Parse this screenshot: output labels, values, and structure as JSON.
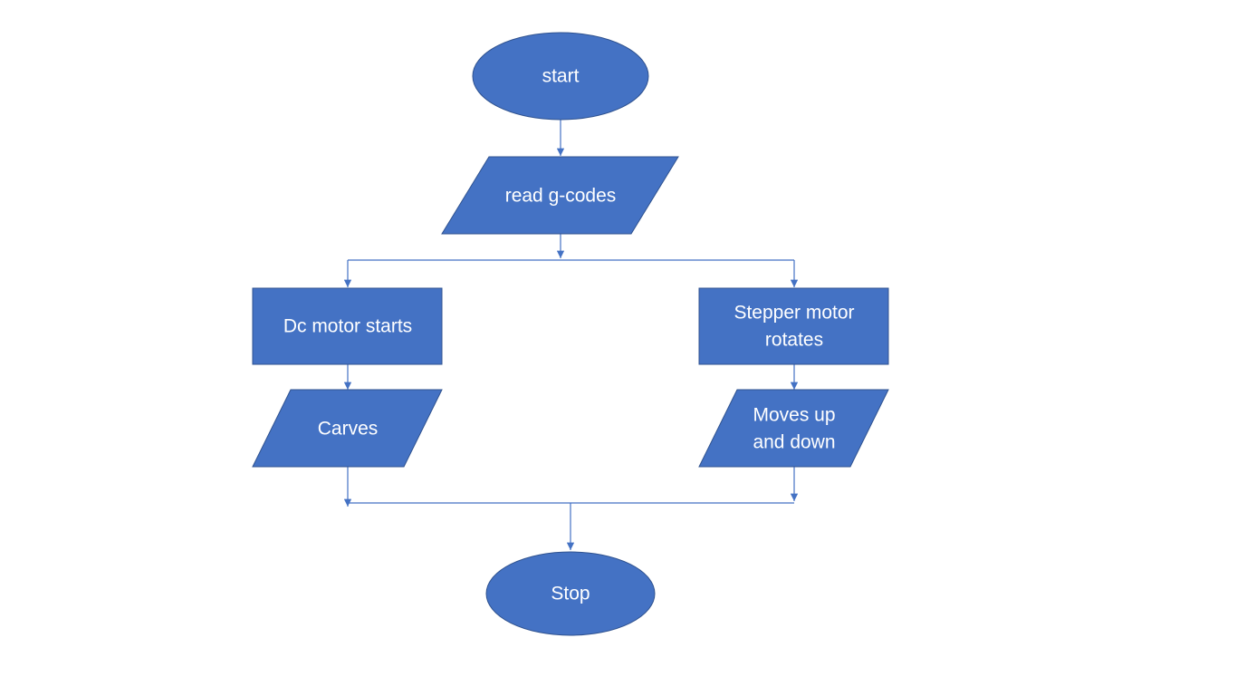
{
  "diagram": {
    "colors": {
      "fill": "#4472c4",
      "border": "#2f528f",
      "connector": "#4472c4",
      "text": "#ffffff",
      "background": "#ffffff"
    },
    "nodes": {
      "start": {
        "shape": "ellipse",
        "label": "start"
      },
      "read_gcodes": {
        "shape": "parallelogram",
        "label": "read g-codes"
      },
      "dc_motor": {
        "shape": "rectangle",
        "label": "Dc motor starts"
      },
      "stepper_motor": {
        "shape": "rectangle",
        "line1": "Stepper motor",
        "line2": "rotates"
      },
      "carves": {
        "shape": "parallelogram",
        "label": "Carves"
      },
      "moves": {
        "shape": "parallelogram",
        "line1": "Moves up",
        "line2": "and down"
      },
      "stop": {
        "shape": "ellipse",
        "label": "Stop"
      }
    },
    "edges": [
      {
        "from": "start",
        "to": "read_gcodes"
      },
      {
        "from": "read_gcodes",
        "to": "dc_motor"
      },
      {
        "from": "read_gcodes",
        "to": "stepper_motor"
      },
      {
        "from": "dc_motor",
        "to": "carves"
      },
      {
        "from": "stepper_motor",
        "to": "moves"
      },
      {
        "from": "carves",
        "to": "stop"
      },
      {
        "from": "moves",
        "to": "stop"
      }
    ]
  }
}
